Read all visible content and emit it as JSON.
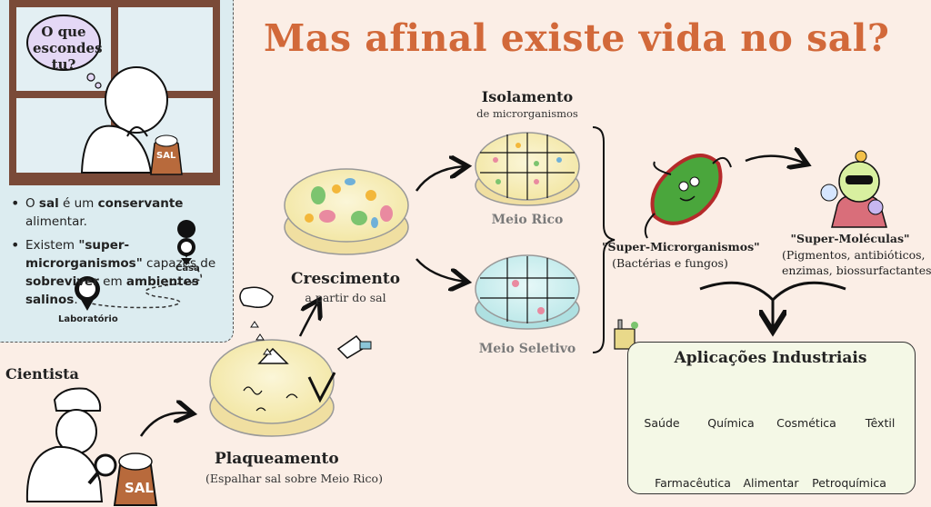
{
  "title": "Mas afinal existe vida no sal?",
  "left_panel": {
    "bubble": "O que escondes tu?",
    "salt_bag_small": "SAL",
    "bullets": [
      {
        "parts": [
          "O ",
          "sal",
          " é um ",
          "conservante",
          " alimentar."
        ]
      },
      {
        "parts": [
          "Existem ",
          "\"super-microrganismos\"",
          " capazes de ",
          "sobreviver",
          " em ",
          "ambientes salinos",
          "."
        ]
      }
    ],
    "casa": "Casa",
    "laboratorio": "Laboratório"
  },
  "scientist": {
    "label": "Cientista",
    "salt_bag": "SAL"
  },
  "plaqueamento": {
    "label": "Plaqueamento",
    "sub": "(Espalhar sal sobre Meio Rico)"
  },
  "crescimento": {
    "label": "Crescimento",
    "sub": "a partir do sal"
  },
  "isolamento": {
    "label": "Isolamento",
    "sub": "de microrganismos"
  },
  "meio_rico": "Meio Rico",
  "meio_seletivo": "Meio Seletivo",
  "super_microrganismos": {
    "label": "\"Super-Microrganismos\"",
    "sub": "(Bactérias e  fungos)"
  },
  "super_moleculas": {
    "label": "\"Super-Moléculas\"",
    "sub1": "(Pigmentos, antibióticos,",
    "sub2": "enzimas, biossurfactantes, ...)"
  },
  "aplicacoes": {
    "title": "Aplicações Industriais",
    "items": [
      {
        "label": "Saúde",
        "icon": "hospital-icon"
      },
      {
        "label": "Química",
        "icon": "factory-icon"
      },
      {
        "label": "Cosmética",
        "icon": "cosmetics-icon"
      },
      {
        "label": "Têxtil",
        "icon": "clothes-icon"
      },
      {
        "label": "Farmacêutica",
        "icon": "medicine-icon"
      },
      {
        "label": "Alimentar",
        "icon": "food-icon"
      },
      {
        "label": "Petroquímica",
        "icon": "fuel-pump-icon"
      }
    ]
  },
  "colors": {
    "title": "#d2693a",
    "panel": "#dcecf0",
    "apps_box": "#f4f8e6",
    "background": "#fbeee6"
  }
}
